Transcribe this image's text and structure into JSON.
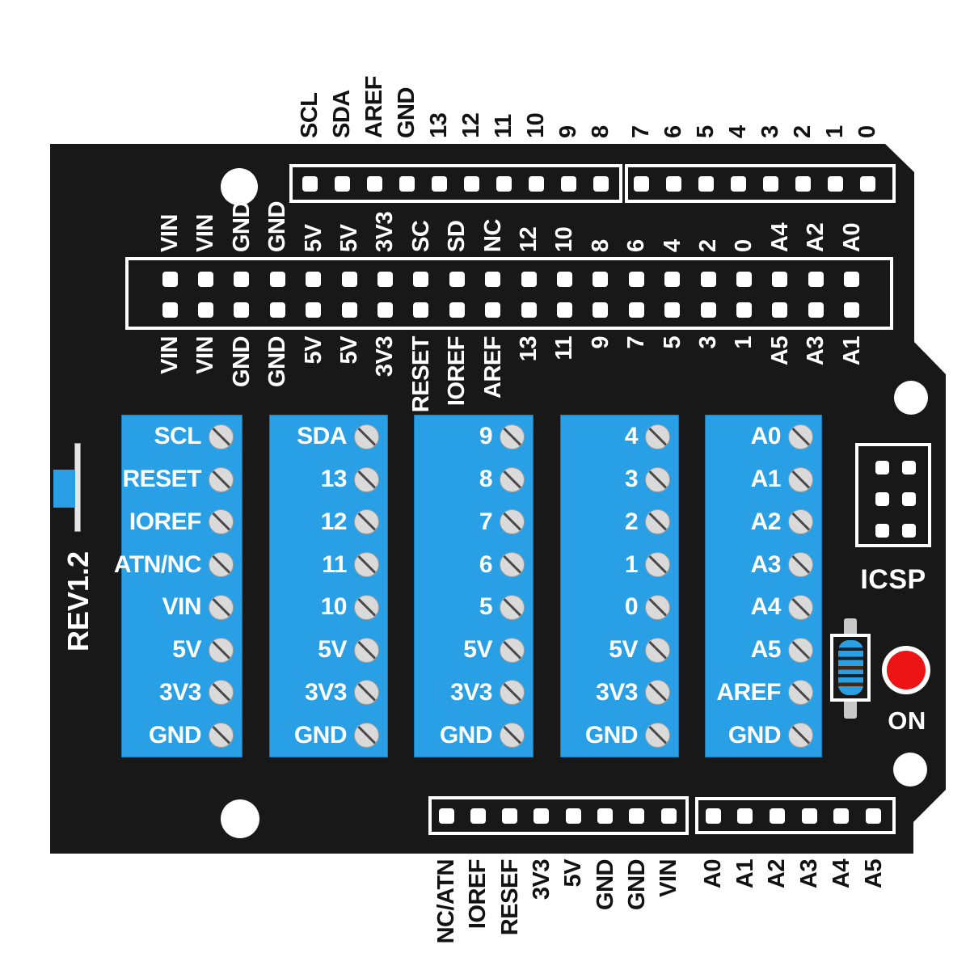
{
  "board": {
    "revision": "REV1.2",
    "icsp_label": "ICSP",
    "on_label": "ON"
  },
  "pin_headers": {
    "top_left": {
      "labels": [
        "SCL",
        "SDA",
        "AREF",
        "GND",
        "13",
        "12",
        "11",
        "10",
        "9",
        "8"
      ]
    },
    "top_right": {
      "labels": [
        "7",
        "6",
        "5",
        "4",
        "3",
        "2",
        "1",
        "0"
      ]
    },
    "middle_top": {
      "labels": [
        "VIN",
        "VIN",
        "GND",
        "GND",
        "5V",
        "5V",
        "3V3",
        "SC",
        "SD",
        "NC",
        "12",
        "10",
        "8",
        "6",
        "4",
        "2",
        "0",
        "A4",
        "A2",
        "A0"
      ]
    },
    "middle_bottom": {
      "labels": [
        "VIN",
        "VIN",
        "GND",
        "GND",
        "5V",
        "5V",
        "3V3",
        "RESET",
        "IOREF",
        "AREF",
        "13",
        "11",
        "9",
        "7",
        "5",
        "3",
        "1",
        "A5",
        "A3",
        "A1"
      ]
    },
    "bottom_left": {
      "labels": [
        "NC/ATN",
        "IOREF",
        "RESEF",
        "3V3",
        "5V",
        "GND",
        "GND",
        "VIN"
      ]
    },
    "bottom_right": {
      "labels": [
        "A0",
        "A1",
        "A2",
        "A3",
        "A4",
        "A5"
      ]
    }
  },
  "terminal_blocks": [
    {
      "labels": [
        "SCL",
        "RESET",
        "IOREF",
        "ATN/NC",
        "VIN",
        "5V",
        "3V3",
        "GND"
      ]
    },
    {
      "labels": [
        "SDA",
        "13",
        "12",
        "11",
        "10",
        "5V",
        "3V3",
        "GND"
      ]
    },
    {
      "labels": [
        "9",
        "8",
        "7",
        "6",
        "5",
        "5V",
        "3V3",
        "GND"
      ]
    },
    {
      "labels": [
        "4",
        "3",
        "2",
        "1",
        "0",
        "5V",
        "3V3",
        "GND"
      ]
    },
    {
      "labels": [
        "A0",
        "A1",
        "A2",
        "A3",
        "A4",
        "A5",
        "AREF",
        "GND"
      ]
    }
  ],
  "colors": {
    "board_black": "#181818",
    "terminal_blue": "#29A0E6",
    "led_red": "#EC1414",
    "screw_gray": "#DADADA",
    "silkscreen_white": "#FFFFFF"
  }
}
